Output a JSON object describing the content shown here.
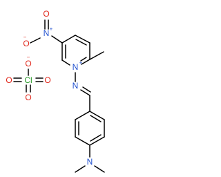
{
  "molecule": {
    "atoms": {
      "nitro_n": "N",
      "nitro_o_double": "O",
      "nitro_o_minus": "O",
      "ring_n": "N",
      "imine_n": "N",
      "amine_n": "N",
      "chlorine": "Cl",
      "perchlorate_o_top": "O",
      "perchlorate_o_left": "O",
      "perchlorate_o_right": "O",
      "perchlorate_o_bottom": "O"
    },
    "charges": {
      "plus": "+",
      "minus": "−"
    }
  },
  "colors": {
    "bond": "#000000",
    "nitrogen": "#1f4fcf",
    "oxygen": "#e0261a",
    "chlorine": "#2a9a2a",
    "carbon": "#000000"
  }
}
